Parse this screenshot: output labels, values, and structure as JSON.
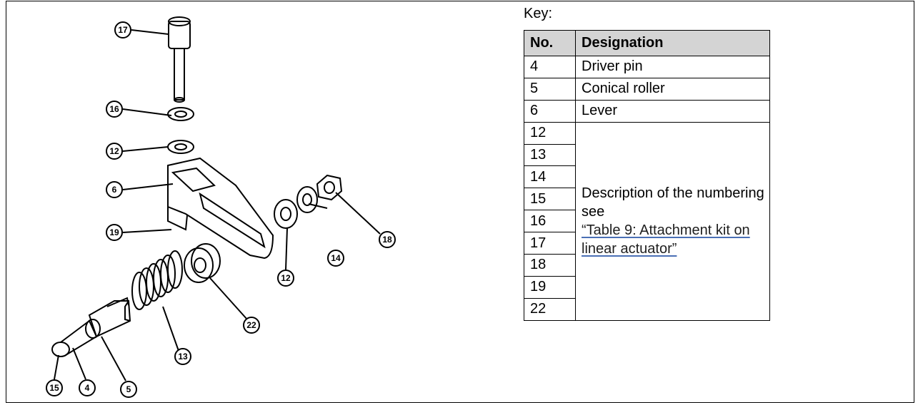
{
  "key": {
    "label": "Key:",
    "header_no": "No.",
    "header_designation": "Designation",
    "rows": [
      {
        "no": "4",
        "designation": "Driver pin"
      },
      {
        "no": "5",
        "designation": "Conical roller"
      },
      {
        "no": "6",
        "designation": "Lever"
      },
      {
        "no": "12"
      },
      {
        "no": "13"
      },
      {
        "no": "14"
      },
      {
        "no": "15"
      },
      {
        "no": "16"
      },
      {
        "no": "17"
      },
      {
        "no": "18"
      },
      {
        "no": "19"
      },
      {
        "no": "22"
      }
    ],
    "merged_text": "Description of the numbering see",
    "merged_link": "“Table 9: Attachment kit on linear actuator”"
  },
  "drawing": {
    "callouts": [
      "17",
      "16",
      "12",
      "6",
      "19",
      "12",
      "14",
      "18",
      "22",
      "13",
      "15",
      "4",
      "5"
    ]
  }
}
